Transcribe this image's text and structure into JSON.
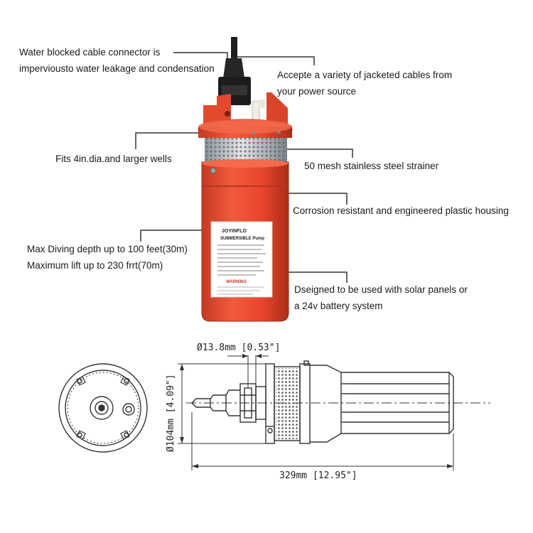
{
  "callouts": {
    "connector": [
      "Water blocked cable connector is",
      "imperviousto water leakage and condensation"
    ],
    "cables": [
      "Accepte a variety of jacketed cables from",
      "your power source"
    ],
    "wells": [
      "Fits 4in.dia.and larger wells"
    ],
    "strainer": [
      "50 mesh stainless steel strainer"
    ],
    "housing": [
      "Corrosion resistant and engineered plastic housing"
    ],
    "depth": [
      "Max Diving depth up to 100 feet(30m)",
      "Maximum lift up to 230 frrt(70m)"
    ],
    "solar": [
      "Dseigned to be used with solar panels or",
      "a 24v battery system"
    ]
  },
  "label": {
    "brand": "JOYINFLO",
    "product": "SUBMERSIBLE Pump",
    "warning": "WARNING"
  },
  "dimensions": {
    "connector_dia": "Ø13.8mm [0.53\"]",
    "body_dia": "Ø104mm [4.09\"]",
    "length": "329mm [12.95\"]"
  },
  "colors": {
    "housing": "#e8452c",
    "housing_dark": "#b8321c",
    "steel": "#c7ccd1",
    "connector": "#1e1e1e",
    "line": "#333333"
  }
}
